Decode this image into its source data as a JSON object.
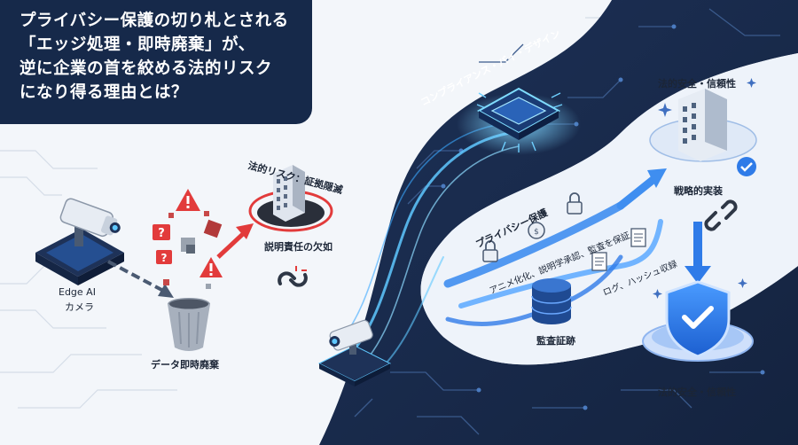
{
  "title": {
    "lines": [
      "プライバシー保護の切り札とされる",
      "「エッジ処理・即時廃棄」が、",
      "逆に企業の首を絞める法的リスク",
      "になり得る理由とは？"
    ]
  },
  "labels": {
    "camera_line1": "Edge AI",
    "camera_line2": "カメラ",
    "data_deletion": "データ即時廃棄",
    "legal_risk": "法的リスク：証拠隠滅",
    "accountability": "説明責任の欠如",
    "compliance_by_design": "コンプライアンス・バイ・デザイン",
    "privacy_protection": "プライバシー保護",
    "anonymize": "アニメ化化、説明学承認、監査を保証",
    "log_hash": "ログ、ハッシュ収録",
    "audit_trail": "監査証跡",
    "legal_safety_top": "法的安全・信頼性",
    "strategic_implementation": "戦略的実装",
    "legal_safety_bottom": "法的安全・信頼性"
  },
  "colors": {
    "navy": "#16294a",
    "circuit_dark": "#1a2c4e",
    "accent_blue": "#2f7be8",
    "glow_cyan": "#5fc8ff",
    "warning_red": "#e23b3b"
  },
  "icons": [
    "edge-camera-icon",
    "trash-bin-icon",
    "warning-icon",
    "question-icon",
    "building-icon",
    "broken-chain-icon",
    "chip-icon",
    "lock-icon",
    "document-icon",
    "database-icon",
    "checkmark-icon",
    "shield-check-icon"
  ]
}
